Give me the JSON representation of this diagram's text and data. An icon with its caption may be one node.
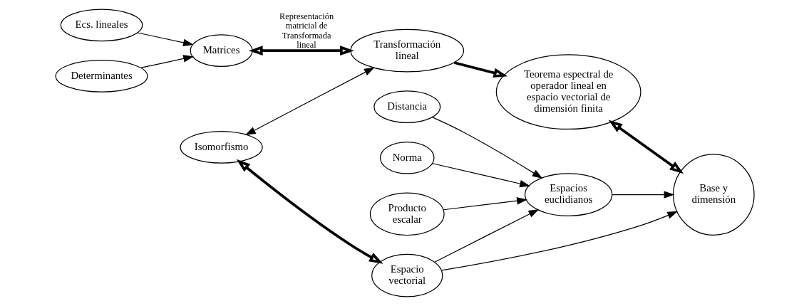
{
  "diagram": {
    "nodes": [
      {
        "text": [
          "Ecs. lineales"
        ]
      },
      {
        "text": [
          "Determinantes"
        ]
      },
      {
        "text": [
          "Matrices"
        ]
      },
      {
        "text": [
          "Isomorfismo"
        ]
      },
      {
        "text": [
          "Espacio vectorial"
        ]
      },
      {
        "text": [
          "Transformación lineal"
        ]
      },
      {
        "text": [
          "Base y dimensión"
        ]
      },
      {
        "text": [
          "Espacios euclidianos"
        ]
      },
      {
        "text": [
          "Distancia"
        ]
      },
      {
        "text": [
          "Norma"
        ]
      },
      {
        "text": [
          "Producto escalar"
        ]
      },
      {
        "text": [
          "Teorema espectral de operador lineal en espacio vectorial de dimensión finita"
        ]
      }
    ],
    "edges": [
      {
        "from": 0,
        "to": 2,
        "arrow": "to"
      },
      {
        "from": 1,
        "to": 2,
        "arrow": "to"
      },
      {
        "from": 2,
        "to": 5,
        "arrow": "both",
        "style": "thick",
        "label": "Representación matricial de Transformada lineal"
      },
      {
        "from": 3,
        "to": 4,
        "arrow": "both",
        "style": "thick"
      },
      {
        "from": 3,
        "to": 5,
        "arrow": "both"
      },
      {
        "from": 4,
        "to": 6,
        "arrow": "to"
      },
      {
        "from": 4,
        "to": 7,
        "arrow": "to"
      },
      {
        "from": 7,
        "to": 6,
        "arrow": "to"
      },
      {
        "from": 8,
        "to": 7,
        "arrow": "to"
      },
      {
        "from": 9,
        "to": 7,
        "arrow": "to"
      },
      {
        "from": 10,
        "to": 7,
        "arrow": "to"
      },
      {
        "from": 5,
        "to": 11,
        "arrow": "to",
        "style": "thick"
      },
      {
        "from": 11,
        "to": 6,
        "arrow": "both",
        "style": "thick"
      }
    ]
  }
}
